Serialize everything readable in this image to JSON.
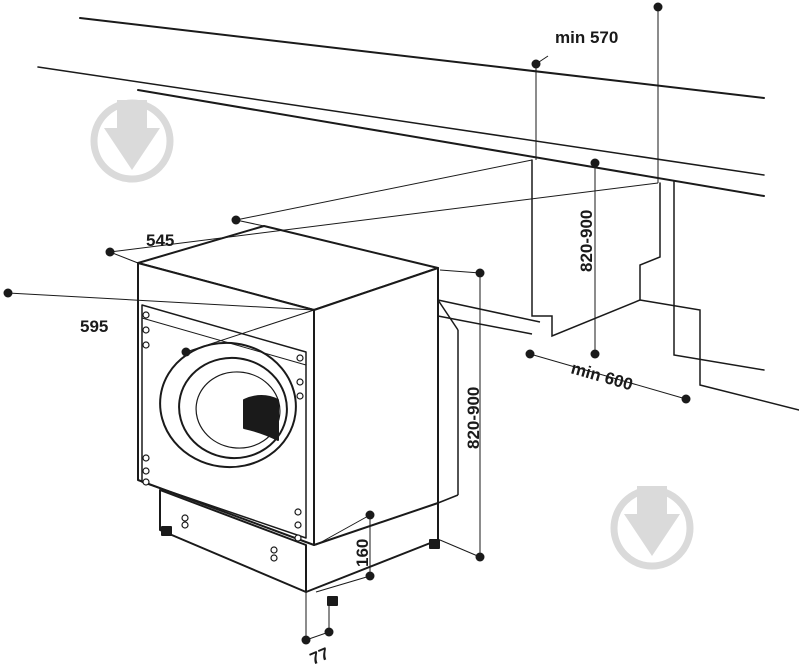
{
  "dimensions": {
    "min_570": "min 570",
    "depth_545": "545",
    "width_595": "595",
    "niche_height_820_900": "820-900",
    "machine_height_820_900": "820-900",
    "min_600": "min 600",
    "plinth_160": "160",
    "offset_77": "77"
  },
  "colors": {
    "line": "#1a1a1a",
    "watermark": "#d8d8d8"
  },
  "icons": [
    "watermark-drop-icon",
    "watermark-drop-icon"
  ]
}
